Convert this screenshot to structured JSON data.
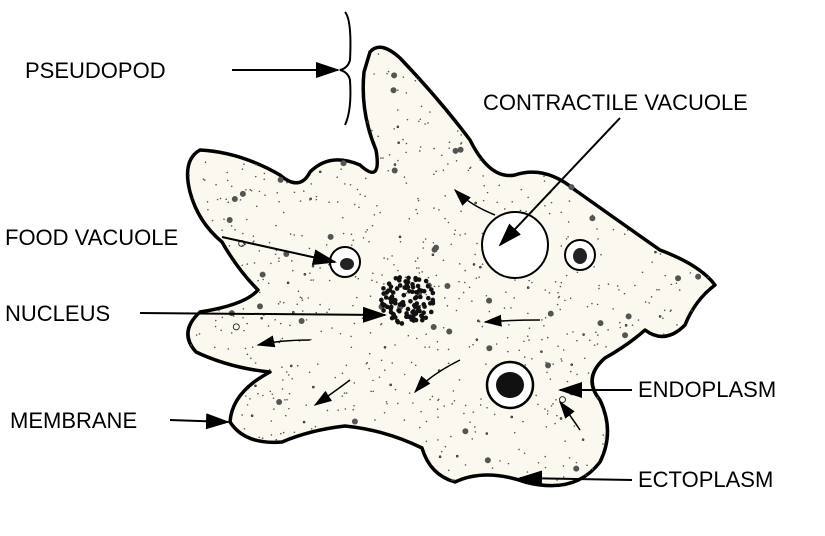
{
  "labels": {
    "pseudopod": "PSEUDOPOD",
    "contractile_vacuole": "CONTRACTILE VACUOLE",
    "food_vacuole": "FOOD VACUOLE",
    "nucleus": "NUCLEUS",
    "membrane": "MEMBRANE",
    "endoplasm": "ENDOPLASM",
    "ectoplasm": "ECTOPLASM"
  },
  "colors": {
    "outline": "#000000",
    "cytoplasm": "#fbf9ef",
    "background": "#ffffff"
  }
}
